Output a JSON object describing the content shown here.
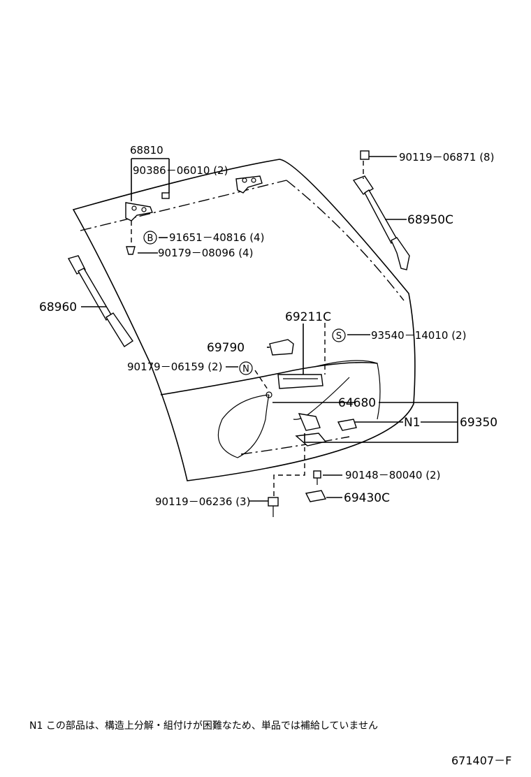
{
  "labels": {
    "p68810": "68810",
    "p90386": "90386－06010 (2)",
    "p91651": "91651－40816 (4)",
    "p90179a": "90179－08096 (4)",
    "p90119a": "90119－06871 (8)",
    "p68950c": "68950C",
    "p68960": "68960",
    "p69211c": "69211C",
    "p93540": "93540－14010 (2)",
    "p69790": "69790",
    "p90179b": "90179－06159 (2)",
    "p64680": "64680",
    "n1": "N1",
    "p69350": "69350",
    "p90148": "90148－80040 (2)",
    "p69430c": "69430C",
    "p90119b": "90119－06236 (3)"
  },
  "markers": {
    "b": "B",
    "s": "S",
    "n": "N"
  },
  "note": "N1  この部品は、構造上分解・組付けが困難なため、単品では補給していません",
  "figure_number": "671407－F"
}
